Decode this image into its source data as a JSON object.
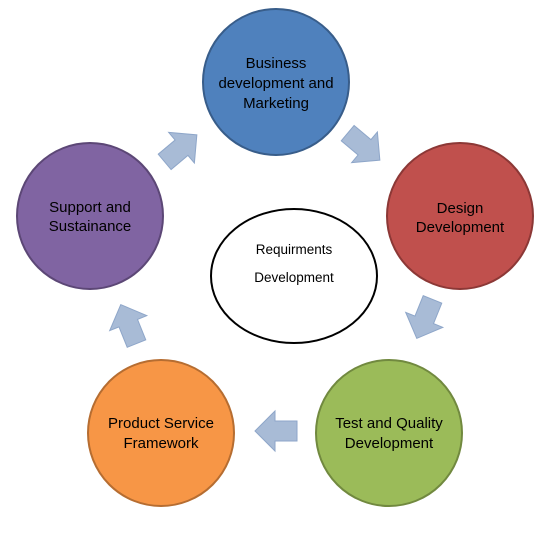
{
  "diagram": {
    "center": {
      "lines": [
        "Requirments",
        "Development"
      ],
      "fill": "#ffffff",
      "stroke": "#000000"
    },
    "nodes": [
      {
        "id": "business",
        "lines": [
          "Business",
          "development and",
          "Marketing"
        ],
        "fill": "#4f81bd",
        "stroke": "#385d8a"
      },
      {
        "id": "design",
        "lines": [
          "Design",
          "Development"
        ],
        "fill": "#c0504d",
        "stroke": "#8c3836"
      },
      {
        "id": "test",
        "lines": [
          "Test and Quality",
          "Development"
        ],
        "fill": "#9bbb59",
        "stroke": "#71893f"
      },
      {
        "id": "product",
        "lines": [
          "Product Service",
          "Framework"
        ],
        "fill": "#f79646",
        "stroke": "#b66d31"
      },
      {
        "id": "support",
        "lines": [
          "Support and",
          "Sustainance"
        ],
        "fill": "#8064a2",
        "stroke": "#5c4776"
      }
    ],
    "arrow_color": "#a8bbd6",
    "arrow_stroke": "#8ea6c9"
  }
}
